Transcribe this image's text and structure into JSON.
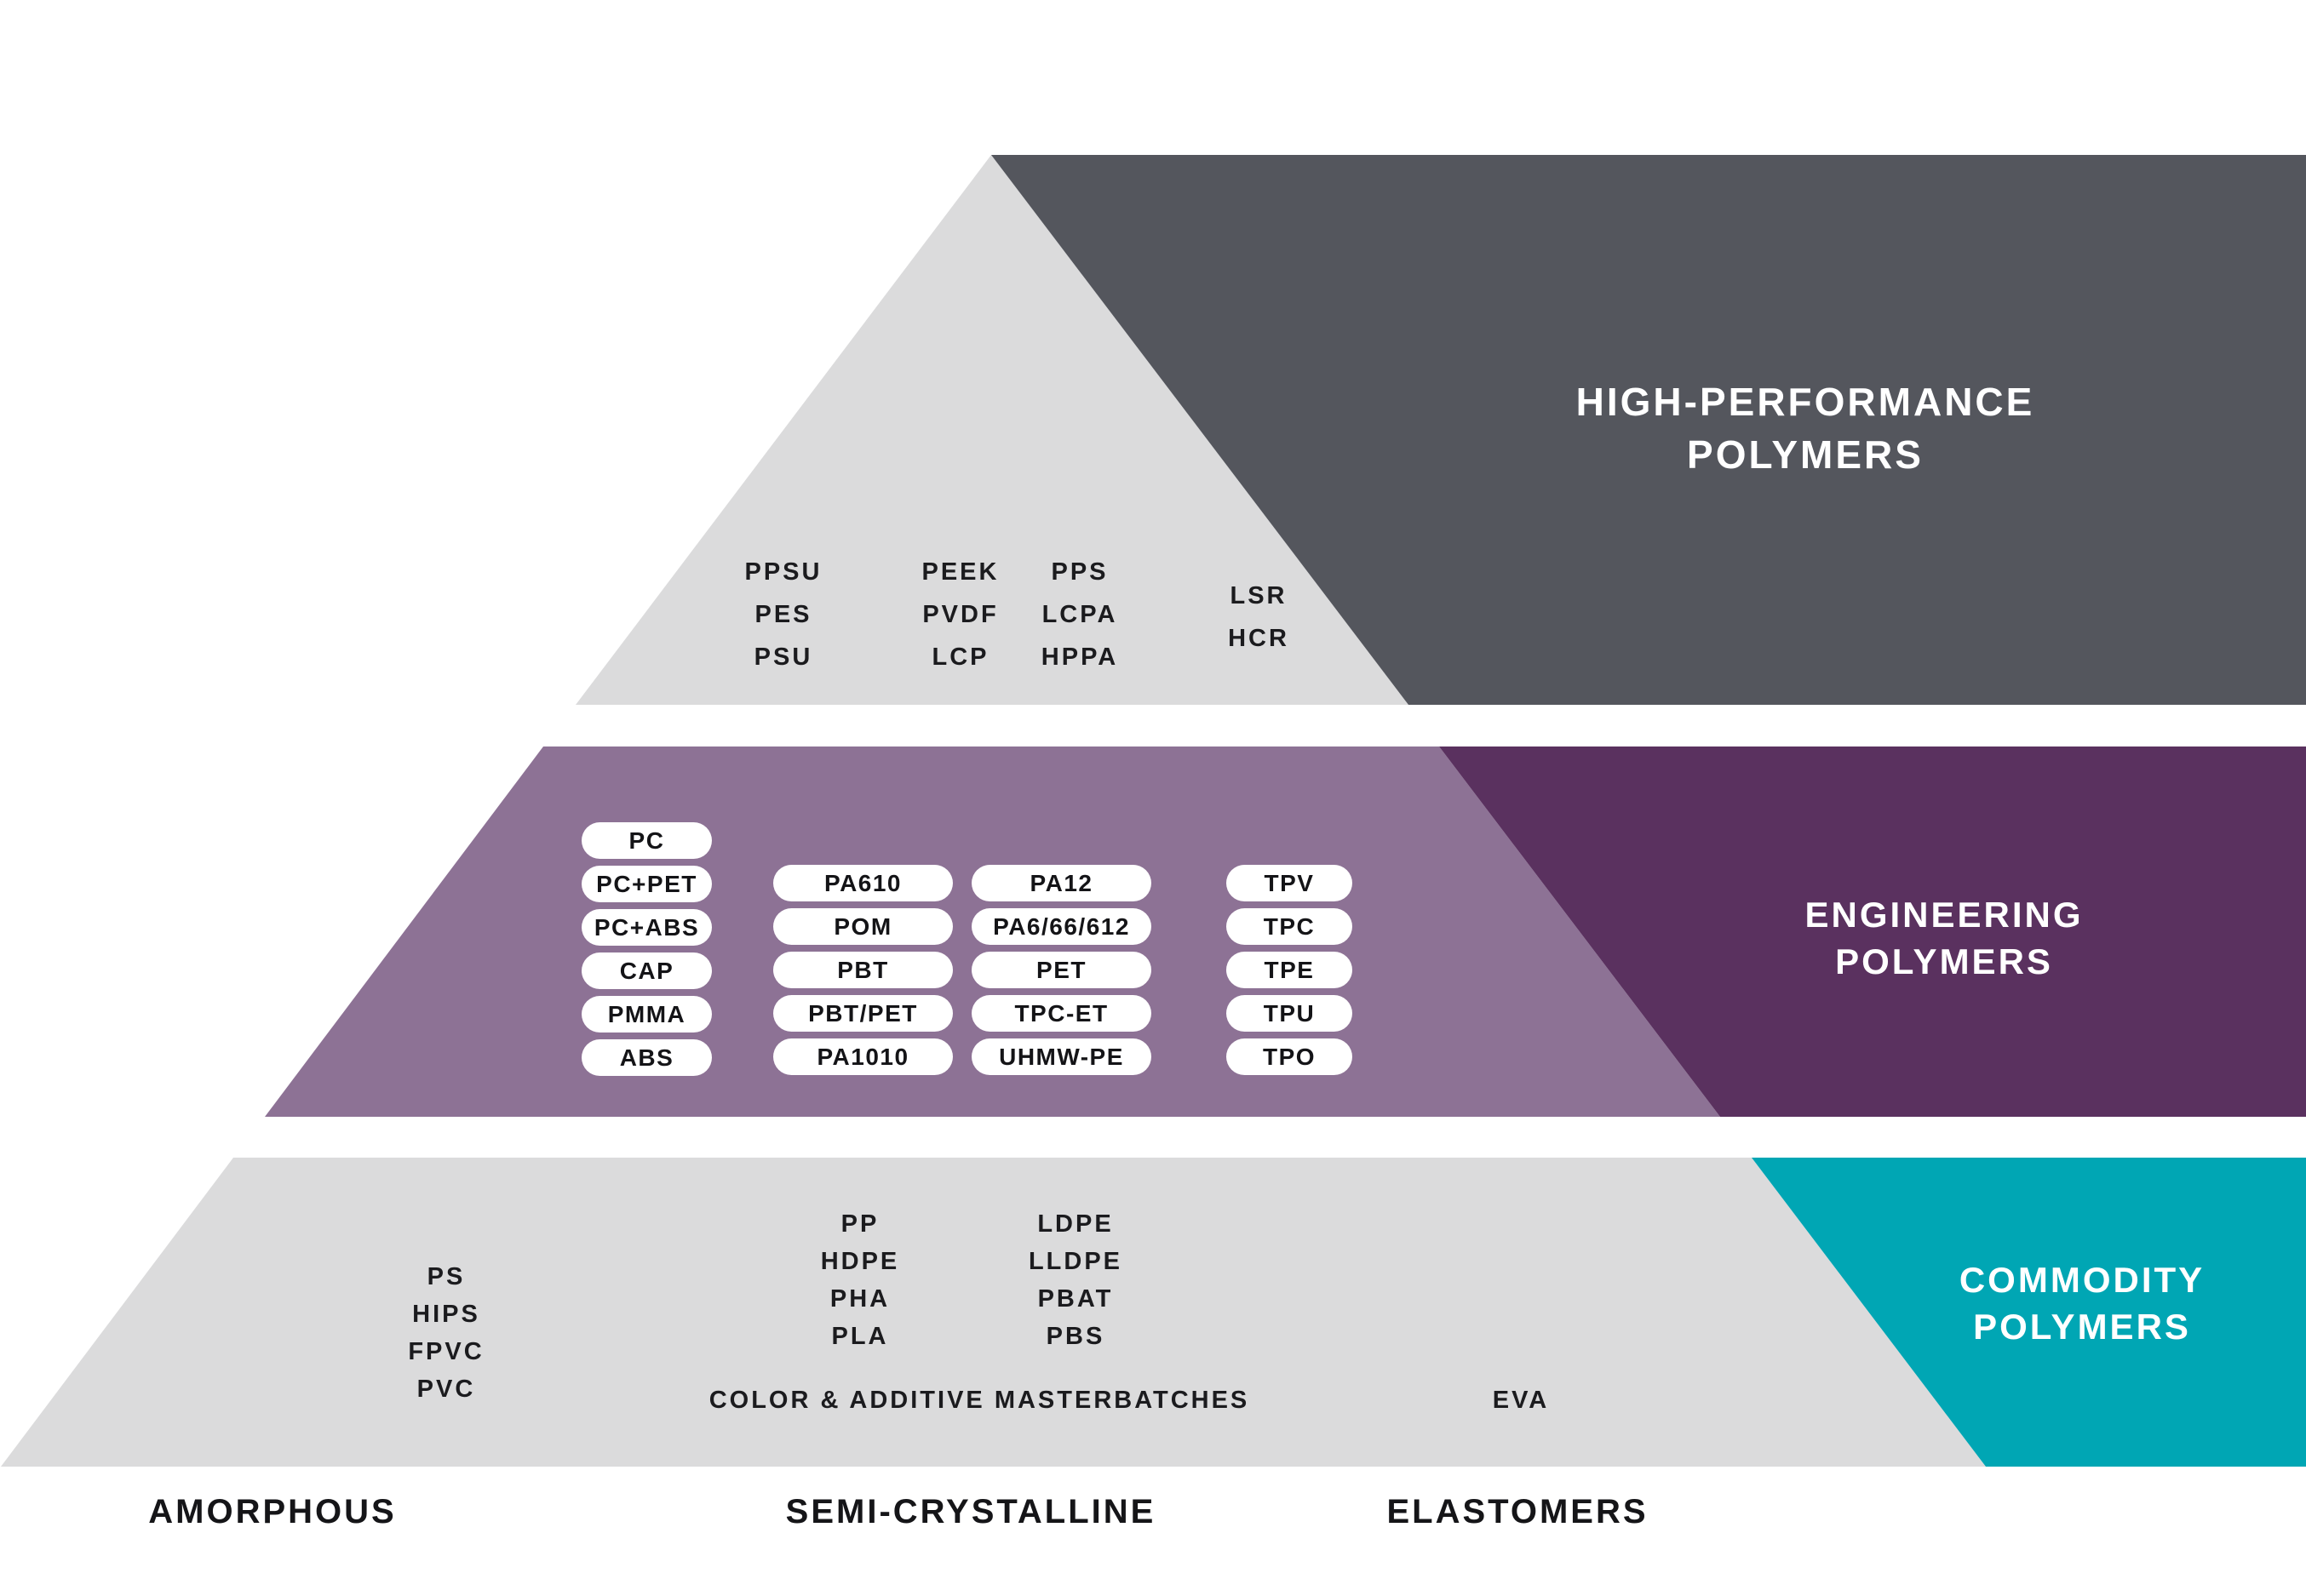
{
  "title": "Polymer pyramid",
  "colors": {
    "background": "#FFFFFF",
    "light_gray": "#DBDBDC",
    "dark_gray": "#54565D",
    "light_purple": "#8D7295",
    "dark_purple": "#5A315F",
    "teal": "#00A6B4",
    "pill_bg": "#FFFFFF",
    "ink": "#1B1B1E",
    "band_text": "#FFFFFF"
  },
  "bands": {
    "high_performance": {
      "line1": "HIGH-PERFORMANCE",
      "line2": "POLYMERS"
    },
    "engineering": {
      "line1": "ENGINEERING",
      "line2": "POLYMERS"
    },
    "commodity": {
      "line1": "COMMODITY",
      "line2": "POLYMERS"
    }
  },
  "tiers": {
    "high_performance": {
      "columns": [
        {
          "items": [
            "PPSU",
            "PES",
            "PSU"
          ]
        },
        {
          "items": [
            "PEEK",
            "PVDF",
            "LCP"
          ]
        },
        {
          "items": [
            "PPS",
            "LCPA",
            "HPPA"
          ]
        },
        {
          "items": [
            "LSR",
            "HCR"
          ]
        }
      ]
    },
    "engineering": {
      "columns": [
        {
          "items": [
            "PC",
            "PC+PET",
            "PC+ABS",
            "CAP",
            "PMMA",
            "ABS"
          ]
        },
        {
          "items": [
            "PA610",
            "POM",
            "PBT",
            "PBT/PET",
            "PA1010"
          ]
        },
        {
          "items": [
            "PA12",
            "PA6/66/612",
            "PET",
            "TPC-ET",
            "UHMW-PE"
          ]
        },
        {
          "items": [
            "TPV",
            "TPC",
            "TPE",
            "TPU",
            "TPO"
          ]
        }
      ]
    },
    "commodity": {
      "columns": [
        {
          "items": [
            "PS",
            "HIPS",
            "FPVC",
            "PVC"
          ]
        },
        {
          "items": [
            "PP",
            "HDPE",
            "PHA",
            "PLA"
          ]
        },
        {
          "items": [
            "LDPE",
            "LLDPE",
            "PBAT",
            "PBS"
          ]
        }
      ],
      "masterbatches": "COLOR & ADDITIVE MASTERBATCHES",
      "eva": "EVA"
    }
  },
  "axis_labels": [
    "AMORPHOUS",
    "SEMI-CRYSTALLINE",
    "ELASTOMERS"
  ]
}
